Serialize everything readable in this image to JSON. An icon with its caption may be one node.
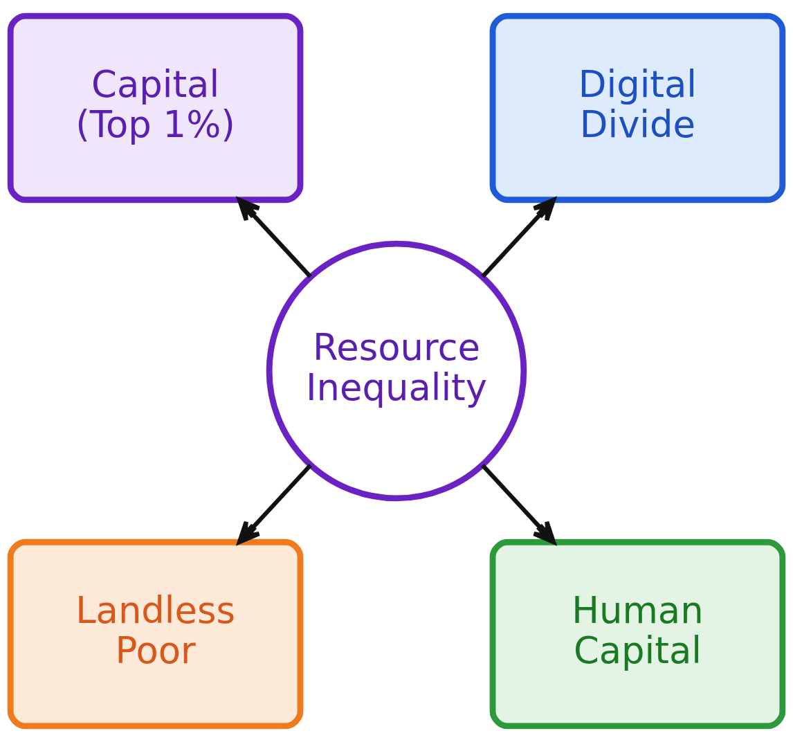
{
  "diagram": {
    "nodes": [
      {
        "text": [
          "Capital (Top 1%)"
        ]
      },
      {
        "text": [
          "Digital Divide"
        ]
      },
      {
        "text": [
          "Resource Inequality"
        ]
      },
      {
        "text": [
          "Landless Poor"
        ]
      },
      {
        "text": [
          "Human Capital"
        ]
      }
    ],
    "edges": [
      {
        "from": 2,
        "to": 0,
        "arrow": "to"
      },
      {
        "from": 2,
        "to": 1,
        "arrow": "to"
      },
      {
        "from": 2,
        "to": 3,
        "arrow": "to"
      },
      {
        "from": 2,
        "to": 4,
        "arrow": "to"
      }
    ]
  }
}
